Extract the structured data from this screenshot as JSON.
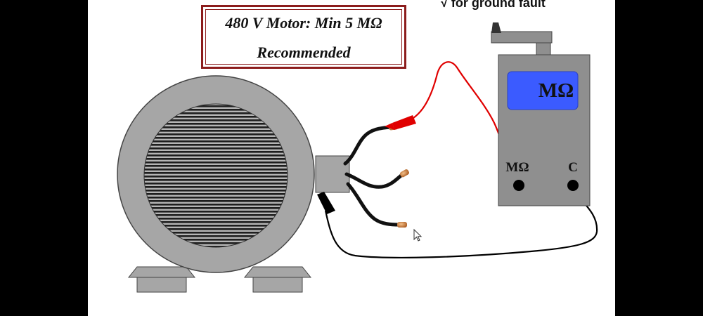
{
  "caption": "√ for ground fault",
  "spec_box": {
    "line1": "480 V Motor: Min 5 MΩ",
    "line2": "Recommended"
  },
  "meter": {
    "display": "MΩ",
    "terminal_left": "MΩ",
    "terminal_right": "C"
  },
  "colors": {
    "background": "#ffffff",
    "letterbox": "#000000",
    "motor_body": "#a6a6a6",
    "meter_body": "#8f8f8f",
    "meter_display": "#3b5bff",
    "test_lead_positive": "#e00000",
    "test_lead_common": "#000000",
    "spec_border": "#8c1c1c",
    "conductor_tip": "#c87533"
  }
}
